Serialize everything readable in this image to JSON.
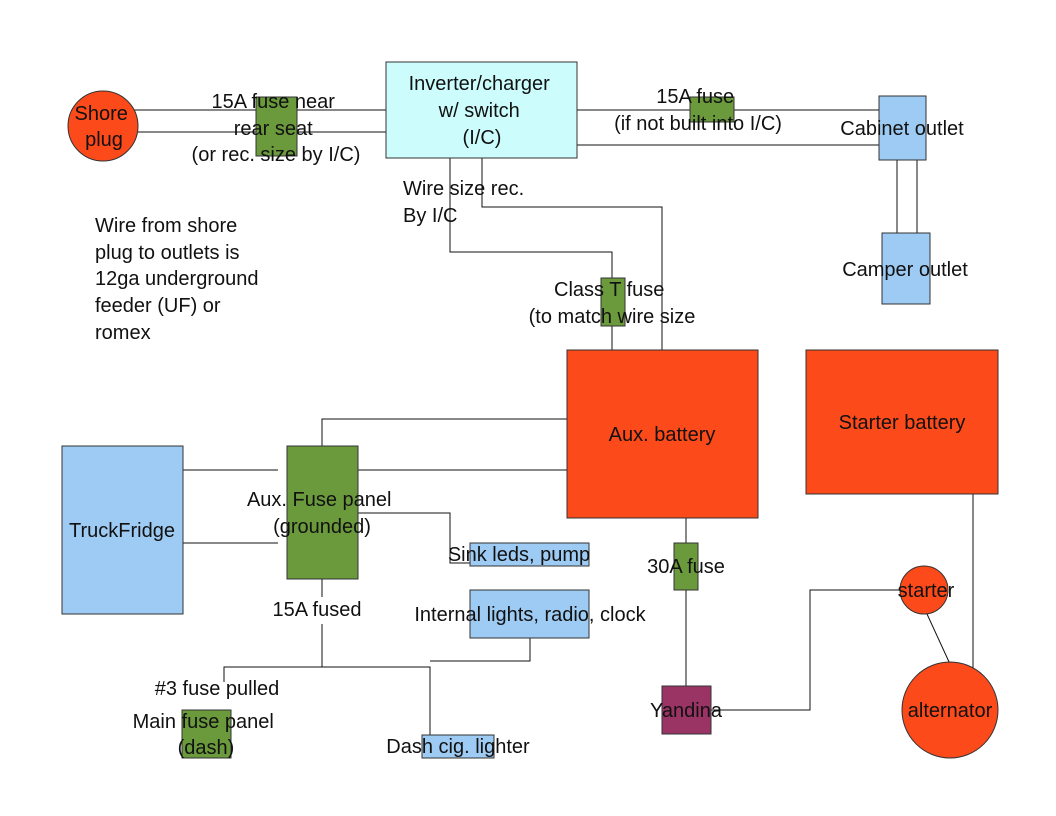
{
  "colors": {
    "red": "#fc4a1a",
    "green": "#6b9a3c",
    "blue": "#9ecbf3",
    "cyan": "#ccfcfc",
    "maroon": "#993464",
    "wire": "#111111"
  },
  "labels": {
    "shore_plug": [
      "Shore",
      "plug"
    ],
    "fuse_15a_rear": [
      "15A fuse near",
      "rear seat",
      "(or rec. size by I/C)"
    ],
    "inverter": [
      "Inverter/charger",
      "w/ switch",
      "(I/C)"
    ],
    "fuse_15a_ic": [
      "15A fuse",
      "(if not built into I/C)"
    ],
    "cabinet_outlet": "Cabinet outlet",
    "camper_outlet": "Camper outlet",
    "wire_size": [
      "Wire size rec.",
      "By I/C"
    ],
    "wire_note": [
      "Wire from shore",
      "plug to outlets is",
      "12ga underground",
      "feeder (UF) or",
      "romex"
    ],
    "class_t_fuse": [
      "Class T fuse",
      "(to match wire size"
    ],
    "aux_battery": "Aux. battery",
    "starter_battery": "Starter battery",
    "truck_fridge": "TruckFridge",
    "aux_fuse_panel": [
      "Aux. Fuse panel",
      "(grounded)"
    ],
    "sink": "Sink leds, pump",
    "fuse_30a": "30A fuse",
    "starter": "starter",
    "fused_15a": "15A fused",
    "internal_lights": "Internal lights, radio, clock",
    "fuse3_pulled": "#3 fuse pulled",
    "main_fuse_panel": [
      "Main fuse panel",
      "(dash)"
    ],
    "yandina": "Yandina",
    "alternator": "alternator",
    "dash_lighter": "Dash cig. lighter"
  }
}
